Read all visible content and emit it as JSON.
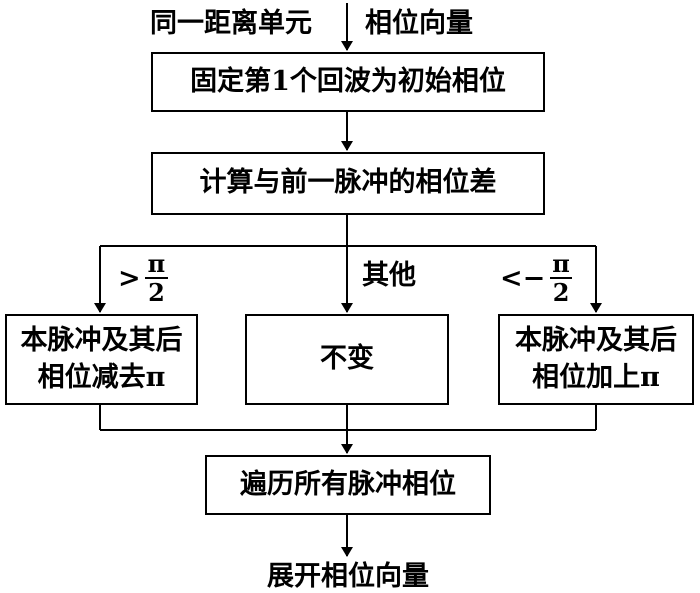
{
  "input_left": "同一距离单元",
  "input_right": "相位向量",
  "step1": "固定第1个回波为初始相位",
  "step2": "计算与前一脉冲的相位差",
  "branch_left": {
    "op": ">",
    "num": "π",
    "den": "2"
  },
  "branch_middle": "其他",
  "branch_right": {
    "op": "<−",
    "num": "π",
    "den": "2"
  },
  "box_left": [
    "本脉冲及其后",
    "相位减去π"
  ],
  "box_middle": "不变",
  "box_right": [
    "本脉冲及其后",
    "相位加上π"
  ],
  "step3": "遍历所有脉冲相位",
  "output": "展开相位向量"
}
